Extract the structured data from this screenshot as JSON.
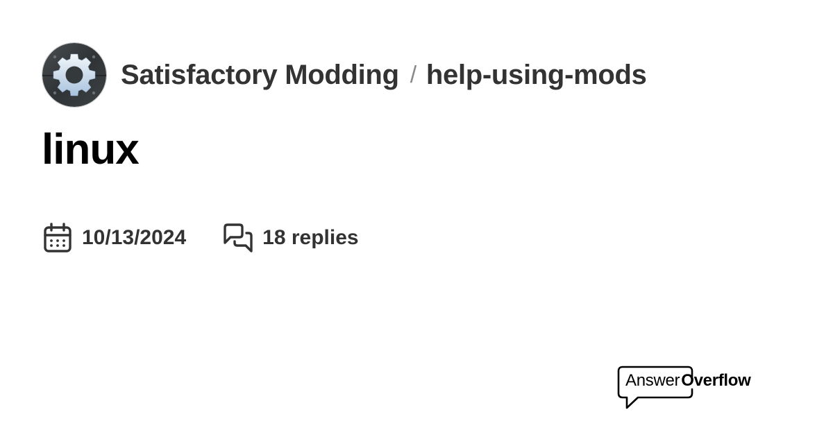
{
  "header": {
    "server_name": "Satisfactory Modding",
    "separator": "/",
    "channel_name": "help-using-mods",
    "avatar_icon": "gear-icon"
  },
  "thread": {
    "title": "linux"
  },
  "meta": {
    "date": "10/13/2024",
    "date_icon": "calendar-icon",
    "replies": "18 replies",
    "replies_icon": "chat-bubbles-icon"
  },
  "brand": {
    "name_light": "Answer",
    "name_bold": "Overflow",
    "icon": "speech-bubble-icon"
  },
  "colors": {
    "text_primary": "#333333",
    "title": "#000000",
    "separator": "#8a8a8a",
    "background": "#ffffff"
  }
}
